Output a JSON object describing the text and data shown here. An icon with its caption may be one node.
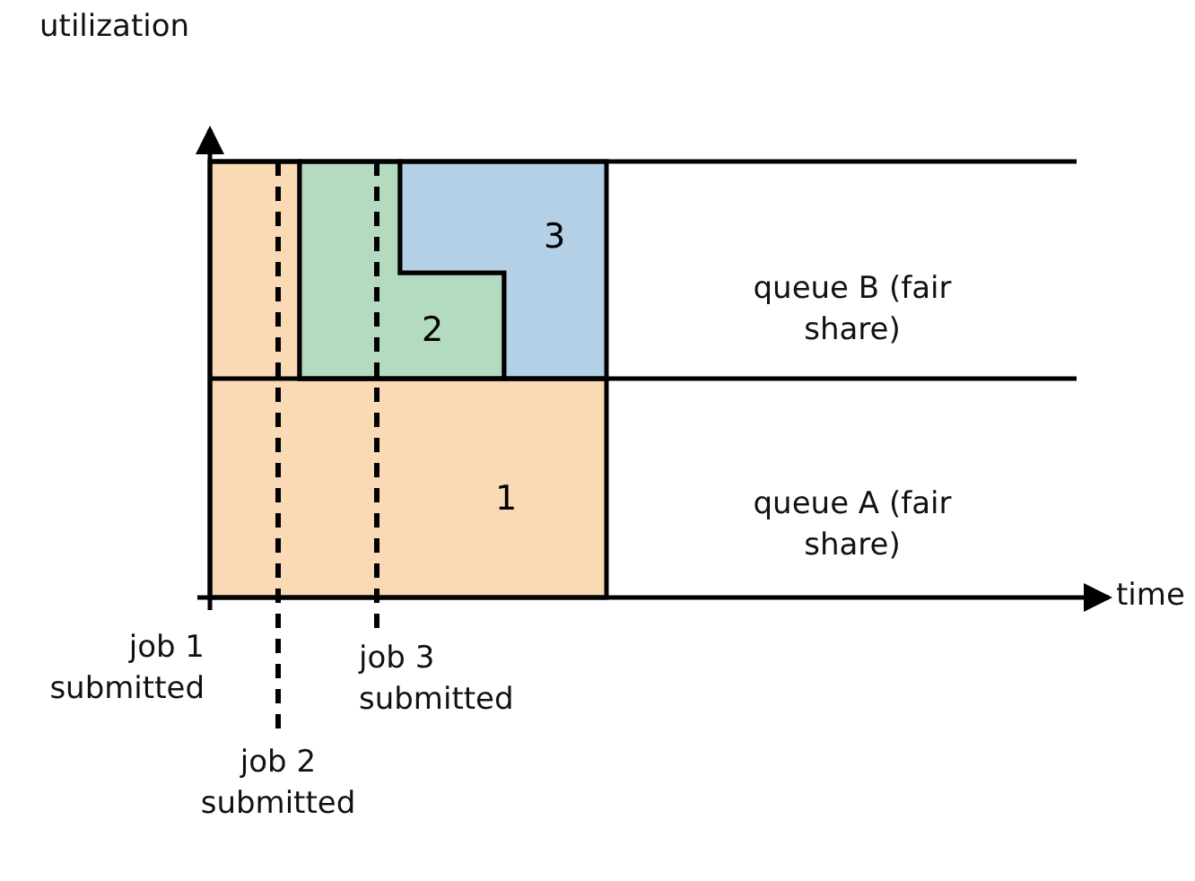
{
  "diagram": {
    "nodes": [
      {
        "text": [
          "1"
        ]
      },
      {
        "text": [
          "2"
        ]
      },
      {
        "text": [
          "3"
        ]
      }
    ],
    "labels": [
      "utilization",
      "queue B (fair share)",
      "queue A (fair share)",
      "time",
      "job 1 submitted",
      "job 3 submitted",
      "job 2 submitted"
    ]
  }
}
